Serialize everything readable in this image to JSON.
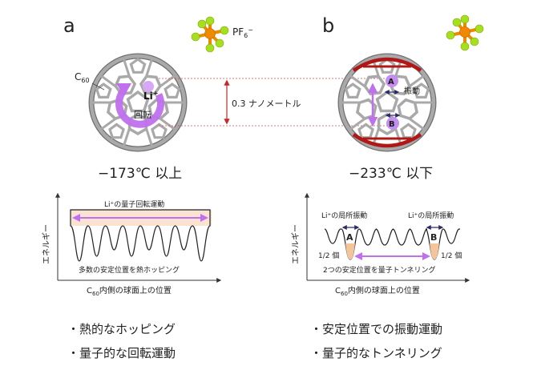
{
  "panel_a": {
    "letter": "a",
    "c60_label": "C",
    "c60_sub": "60",
    "ion_label": "Li",
    "ion_sup": "+",
    "rotation_label": "回転",
    "temperature": "−173℃ 以上",
    "energy_axis": "エネルギー",
    "band_label": "Li⁺の量子回転運動",
    "hopping_label": "多数の安定位置を熱ホッピング",
    "x_axis_prefix": "C",
    "x_axis_sub": "60",
    "x_axis_suffix": "内側の球面上の位置",
    "bullets": [
      "・熱的なホッピング",
      "・量子的な回転運動"
    ]
  },
  "panel_b": {
    "letter": "b",
    "site_a": "A",
    "site_b": "B",
    "vibration_label": "振動",
    "temperature": "−233℃ 以下",
    "energy_axis": "エネルギー",
    "local_vib_left": "Li⁺の局所振動",
    "local_vib_right": "Li⁺の局所振動",
    "well_a": "A",
    "well_b": "B",
    "half_left": "1/2 個",
    "half_right": "1/2 個",
    "tunnel_label": "2つの安定位置を量子トンネリング",
    "x_axis_prefix": "C",
    "x_axis_sub": "60",
    "x_axis_suffix": "内側の球面上の位置",
    "bullets": [
      "・安定位置での振動運動",
      "・量子的なトンネリング"
    ]
  },
  "anion": {
    "label": "PF",
    "sub": "6",
    "sup": "−"
  },
  "distance_label": "0.3 ナノメートル",
  "colors": {
    "cage": "#a9a9a9",
    "cage_dark": "#6f6f6f",
    "cage_red": "#b01818",
    "ion": "#c48ef0",
    "ion_arrow": "#c070ee",
    "well_fill": "#f4c49a",
    "band_fill": "#fbe3d3",
    "phosphorus": "#ef8a00",
    "fluorine": "#a6e01c",
    "dist_arrow": "#c62828",
    "dot_line": "#d05050"
  }
}
